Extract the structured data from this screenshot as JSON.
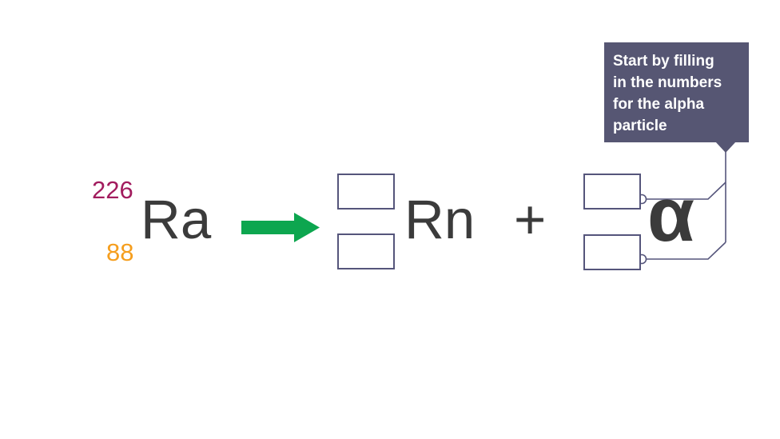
{
  "equation": {
    "reactant": {
      "element_symbol": "Ra",
      "mass_number": "226",
      "atomic_number": "88"
    },
    "operator_plus": "+",
    "product": {
      "element_symbol": "Rn",
      "mass_number_value": "",
      "atomic_number_value": ""
    },
    "alpha_particle": {
      "symbol": "α",
      "mass_number_value": "",
      "atomic_number_value": ""
    }
  },
  "tooltip": {
    "text": "Start by filling in the numbers for the alpha particle",
    "lines": [
      "Start by filling",
      "in the numbers",
      "for the alpha",
      "particle"
    ]
  },
  "icons": {
    "reaction_arrow": "green-right-arrow",
    "connector_dot": "small-circle-anchor",
    "tooltip_pointer": "triangle-down"
  },
  "colors": {
    "mass_number": "#A21C5E",
    "atomic_number": "#F59E1E",
    "element_text": "#3B3B3B",
    "arrow_green": "#0DA64F",
    "box_border": "#55557B",
    "tooltip_background": "#565673",
    "tooltip_text": "#FFFFFF",
    "page_background": "#FFFFFF"
  }
}
